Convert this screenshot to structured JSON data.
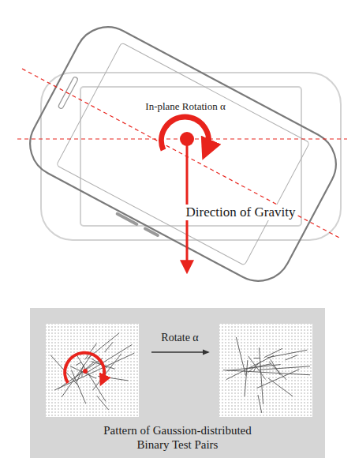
{
  "diagram": {
    "caption": "Pattern of Gaussion-distributed Binary Test Pairs",
    "labels": [
      "In-plane Rotation α",
      "Direction of Gravity",
      "Rotate α"
    ]
  }
}
